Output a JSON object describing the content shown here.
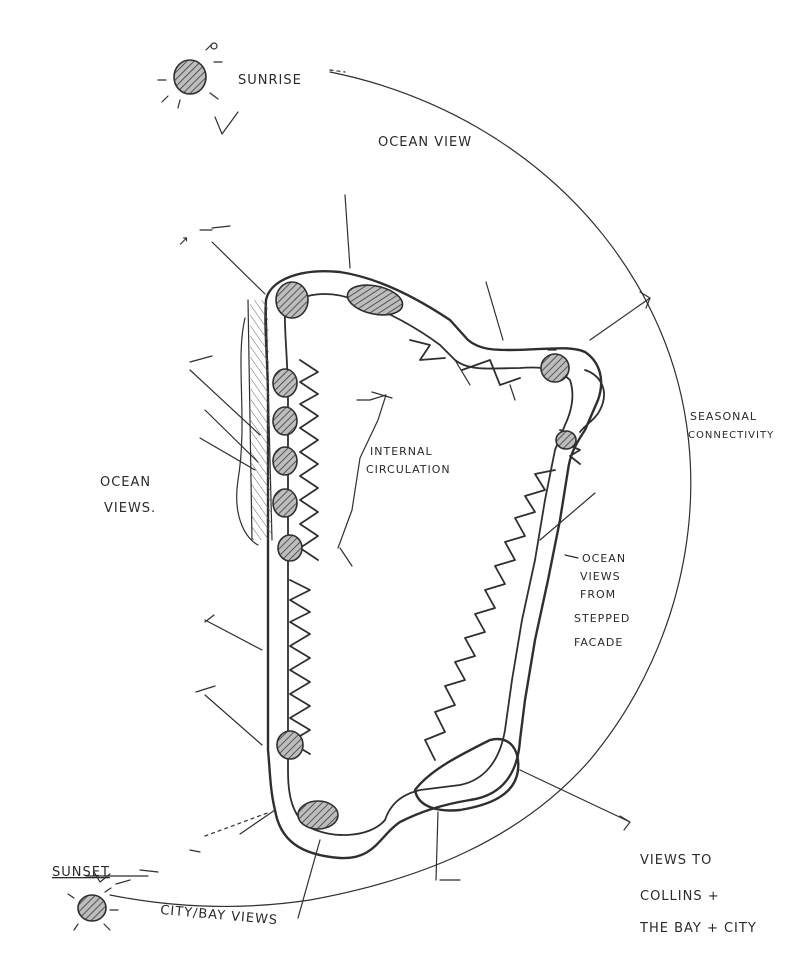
{
  "labels": {
    "sunrise": "SUNRISE",
    "ocean_view_top": "OCEAN VIEW",
    "ocean_views_left_1": "OCEAN",
    "ocean_views_left_2": "VIEWS.",
    "internal_circulation_1": "INTERNAL",
    "internal_circulation_2": "CIRCULATION",
    "seasonal_connectivity_1": "SEASONAL",
    "seasonal_connectivity_2": "CONNECTIVITY",
    "ocean_views_stepped_1": "OCEAN",
    "ocean_views_stepped_2": "VIEWS",
    "ocean_views_stepped_3": "FROM",
    "ocean_views_stepped_4": "STEPPED",
    "ocean_views_stepped_5": "FACADE",
    "views_to_1": "VIEWS TO",
    "views_to_2": "COLLINS +",
    "views_to_3": "THE BAY + CITY",
    "sunset": "SUNSET",
    "city_bay_views": "CITY/BAY VIEWS"
  },
  "colors": {
    "ink": "#2f2f2f",
    "paper": "#ffffff"
  }
}
